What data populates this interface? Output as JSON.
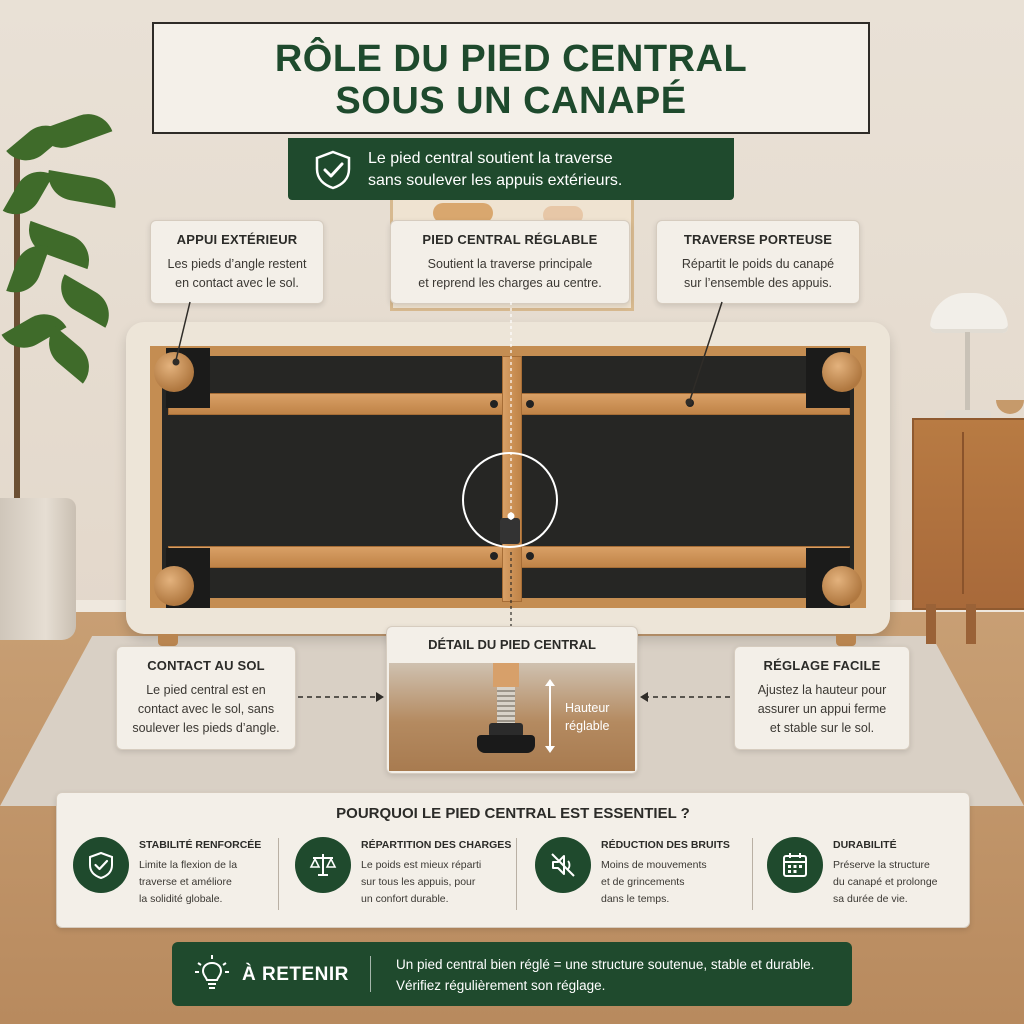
{
  "header": {
    "title_line1": "RÔLE DU PIED CENTRAL",
    "title_line2": "SOUS UN CANAPÉ",
    "subtitle_line1": "Le pied central soutient la traverse",
    "subtitle_line2": "sans soulever les appuis extérieurs.",
    "icon": "shield-check-icon"
  },
  "callouts": {
    "appui": {
      "title": "APPUI EXTÉRIEUR",
      "line1": "Les pieds d’angle restent",
      "line2": "en contact avec le sol."
    },
    "pied": {
      "title": "PIED CENTRAL RÉGLABLE",
      "line1": "Soutient la traverse principale",
      "line2": "et reprend les charges au centre."
    },
    "traverse": {
      "title": "TRAVERSE PORTEUSE",
      "line1": "Répartit le poids du canapé",
      "line2": "sur l’ensemble des appuis."
    },
    "contact": {
      "title": "CONTACT AU SOL",
      "line1": "Le pied central est en",
      "line2": "contact avec le sol, sans",
      "line3": "soulever les pieds d’angle."
    },
    "reglage": {
      "title": "RÉGLAGE FACILE",
      "line1": "Ajustez la hauteur pour",
      "line2": "assurer un appui ferme",
      "line3": "et stable sur le sol."
    }
  },
  "detail": {
    "title": "DÉTAIL DU PIED CENTRAL",
    "height_line1": "Hauteur",
    "height_line2": "réglable"
  },
  "why": {
    "title": "POURQUOI LE PIED CENTRAL EST ESSENTIEL ?",
    "items": [
      {
        "icon": "shield-check-icon",
        "title": "STABILITÉ RENFORCÉE",
        "line1": "Limite la flexion de la",
        "line2": "traverse et améliore",
        "line3": "la solidité globale."
      },
      {
        "icon": "balance-scale-icon",
        "title": "RÉPARTITION DES CHARGES",
        "line1": "Le poids est mieux réparti",
        "line2": "sur tous les appuis, pour",
        "line3": "un confort durable."
      },
      {
        "icon": "muted-speaker-icon",
        "title": "RÉDUCTION DES BRUITS",
        "line1": "Moins de mouvements",
        "line2": "et de grincements",
        "line3": "dans le temps."
      },
      {
        "icon": "calendar-icon",
        "title": "DURABILITÉ",
        "line1": "Préserve la structure",
        "line2": "du canapé et prolonge",
        "line3": "sa durée de vie."
      }
    ]
  },
  "retain": {
    "icon": "lightbulb-icon",
    "label": "À RETENIR",
    "line1": "Un pied central bien réglé = une structure soutenue, stable et durable.",
    "line2": "Vérifiez régulièrement son réglage."
  },
  "colors": {
    "brand_green": "#1f4a2d",
    "panel": "#f3efe8",
    "wood": "#c48d52"
  }
}
